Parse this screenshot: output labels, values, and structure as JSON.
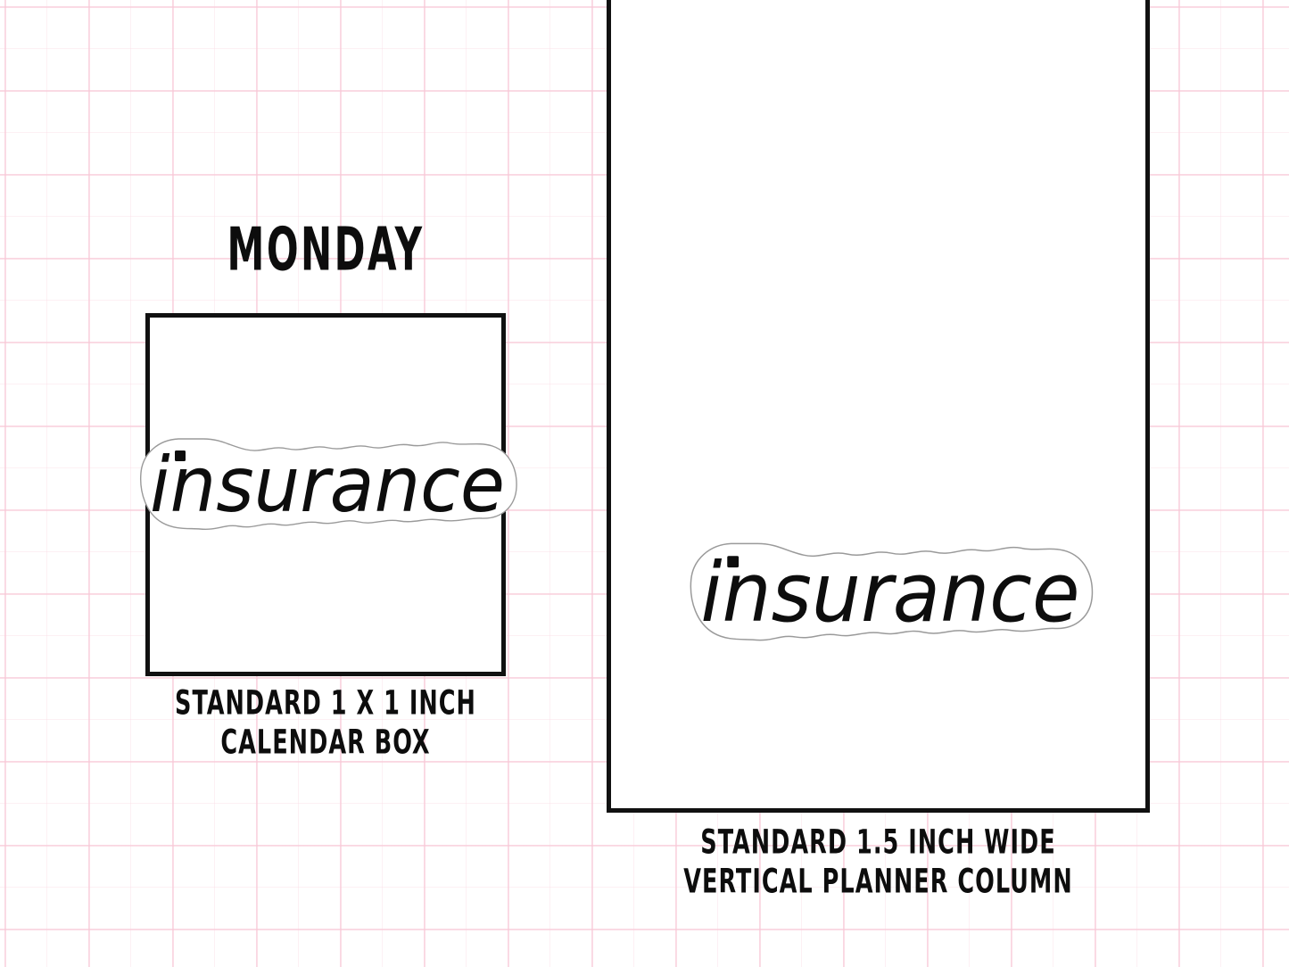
{
  "page": {
    "background": "grid-paper",
    "grid_color": "#f8c8d7",
    "paper_color": "#ffffff",
    "ink_color": "#0d0d0d"
  },
  "calendar_preview": {
    "day_label": "MONDAY",
    "sticker_text": "insurance",
    "caption_line1": "STANDARD 1 X 1 INCH",
    "caption_line2": "CALENDAR BOX",
    "box_border_color": "#111111"
  },
  "planner_preview": {
    "sticker_text": "insurance",
    "caption_line1": "STANDARD 1.5 INCH WIDE",
    "caption_line2": "VERTICAL PLANNER COLUMN",
    "box_border_color": "#111111"
  },
  "sticker": {
    "word": "insurance",
    "fill_color": "#ffffff",
    "cutline_color": "#9a9a9a",
    "text_color": "#0d0d0d"
  }
}
